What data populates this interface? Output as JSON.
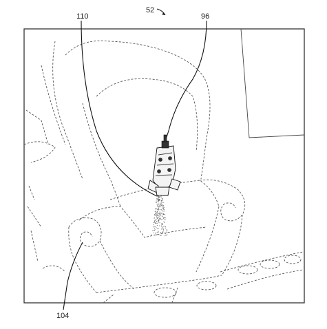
{
  "figure": {
    "labels": {
      "figure_ref": "52",
      "ref_110": "110",
      "ref_96": "96",
      "ref_104": "104"
    }
  }
}
